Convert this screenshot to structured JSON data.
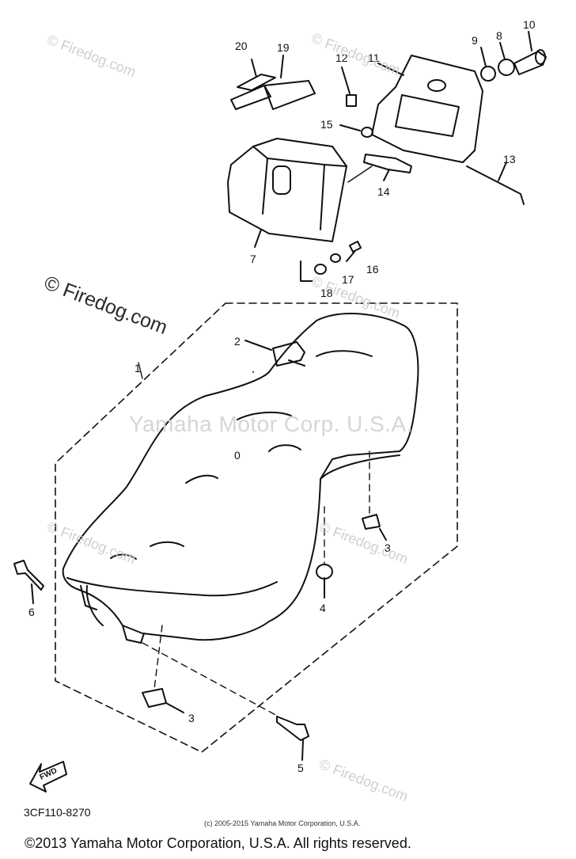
{
  "diagram": {
    "code": "3CF110-8270",
    "inner_copyright": "(c) 2005-2015 Yamaha Motor Corporation, U.S.A.",
    "footer_copyright": "©2013 Yamaha Motor Corporation, U.S.A. All rights reserved.",
    "center_watermark": "Yamaha Motor Corp. U.S.A.",
    "watermark_text": "© Firedog.com",
    "fwd_label": "FWD",
    "callouts": [
      "20",
      "19",
      "12",
      "11",
      "9",
      "8",
      "10",
      "15",
      "13",
      "14",
      "7",
      "16",
      "17",
      "18",
      "2",
      "1",
      "0",
      "3",
      "4",
      "6",
      "3",
      "5"
    ]
  }
}
